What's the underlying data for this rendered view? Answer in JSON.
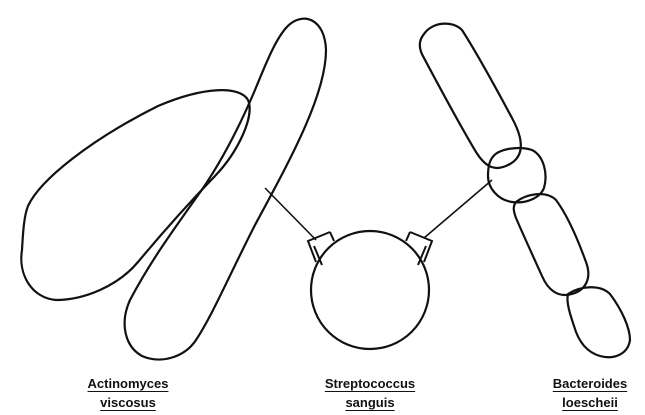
{
  "organisms": [
    {
      "line1": "Actinomyces",
      "line2": "viscosus"
    },
    {
      "line1": "Streptococcus",
      "line2": "sanguis"
    },
    {
      "line1": "Bacteroides",
      "line2": "loescheii"
    }
  ]
}
